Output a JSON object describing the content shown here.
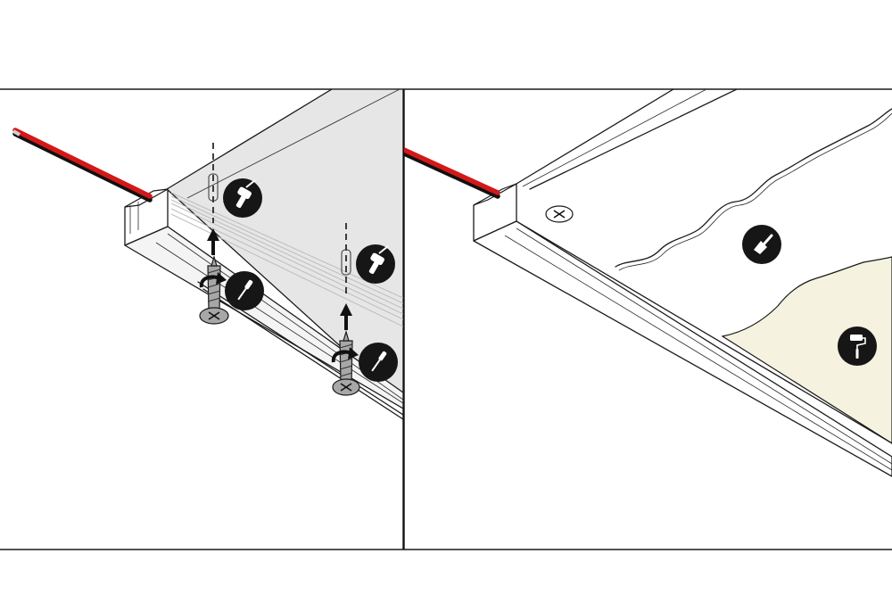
{
  "diagram": {
    "panels": [
      {
        "id": "left",
        "step": "mount-profile",
        "icons": [
          "drill-icon",
          "drill-icon",
          "screwdriver-icon",
          "screwdriver-icon",
          "screw-icon",
          "screw-icon",
          "rotate-arrow-icon",
          "up-arrow-icon",
          "cable-icon"
        ]
      },
      {
        "id": "right",
        "step": "plaster-and-paint",
        "icons": [
          "trowel-icon",
          "paint-roller-icon",
          "screw-head-icon",
          "cable-icon"
        ]
      }
    ]
  },
  "colors": {
    "frame_line": "#1a1a1a",
    "background": "#ffffff",
    "profile_panel_fill": "#e6e6e6",
    "profile_front_fill": "#f4f4f4",
    "paint_fill": "#f5f2df",
    "screw_fill": "#a7a7a7",
    "icon_disc": "#161616",
    "cable_red": "#d41818",
    "cable_black": "#111111"
  }
}
